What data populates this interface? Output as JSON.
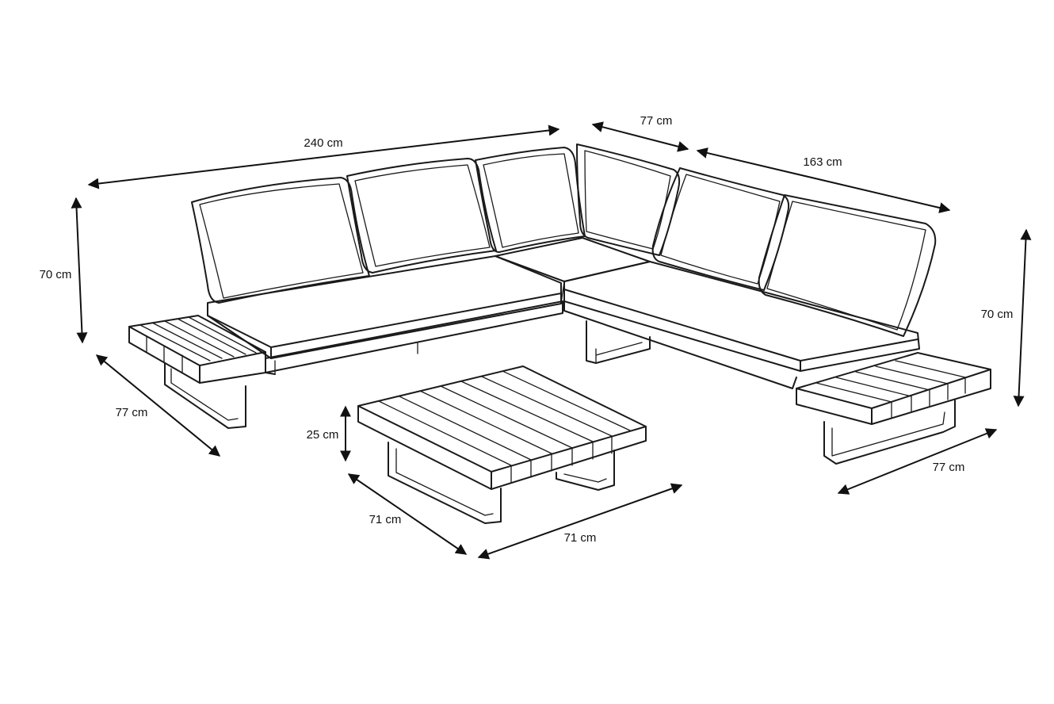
{
  "colors": {
    "line": "#1a1a1a",
    "background": "#ffffff"
  },
  "dimensions": {
    "sofa_left_length": "240 cm",
    "corner_depth": "77 cm",
    "sofa_right_length": "163 cm",
    "left_height": "70 cm",
    "right_height": "70 cm",
    "left_depth": "77 cm",
    "right_depth": "77 cm",
    "table_height": "25 cm",
    "table_depth": "71 cm",
    "table_width": "71 cm"
  }
}
